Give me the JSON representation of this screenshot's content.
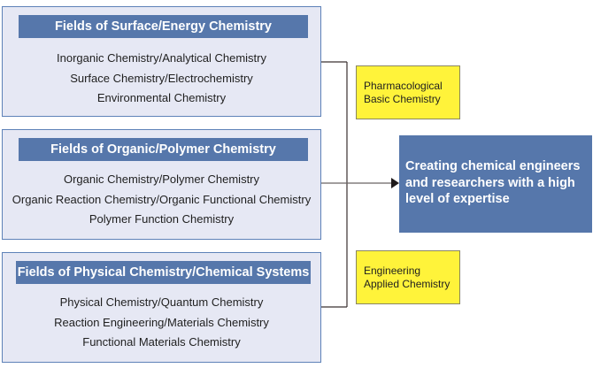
{
  "fields": [
    {
      "title": "Fields of Surface/Energy Chemistry",
      "items": [
        "Inorganic Chemistry/Analytical Chemistry",
        "Surface Chemistry/Electrochemistry",
        "Environmental Chemistry"
      ]
    },
    {
      "title": "Fields of Organic/Polymer Chemistry",
      "items": [
        "Organic Chemistry/Polymer Chemistry",
        "Organic Reaction Chemistry/Organic Functional Chemistry",
        "Polymer Function Chemistry"
      ]
    },
    {
      "title": "Fields of Physical Chemistry/Chemical Systems",
      "items": [
        "Physical Chemistry/Quantum Chemistry",
        "Reaction Engineering/Materials Chemistry",
        "Functional Materials Chemistry"
      ]
    }
  ],
  "side_boxes": [
    {
      "lines": [
        "Pharmacological",
        "Basic Chemistry"
      ]
    },
    {
      "lines": [
        "Engineering",
        "Applied Chemistry"
      ]
    }
  ],
  "goal": {
    "lines": [
      "Creating chemical engineers",
      "and researchers with a high",
      "level of expertise"
    ]
  },
  "colors": {
    "header_blue": "#5677ab",
    "box_fill": "#e6e8f4",
    "highlight_yellow": "#fff33a",
    "connector": "#3a3030"
  }
}
